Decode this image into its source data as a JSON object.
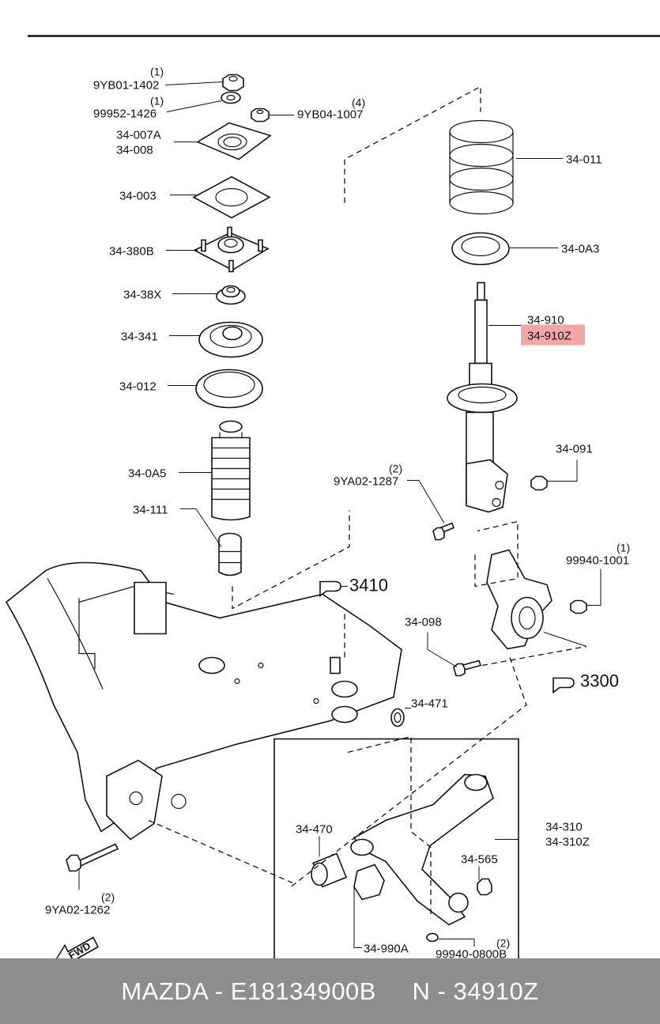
{
  "labels": {
    "p9yb01": "9YB01-1402",
    "q9yb01": "(1)",
    "p99952": "99952-1426",
    "q99952": "(1)",
    "p9yb04": "9YB04-1007",
    "q9yb04": "(4)",
    "p34007a": "34-007A",
    "p34008": "34-008",
    "p34003": "34-003",
    "p34380b": "34-380B",
    "p3438x": "34-38X",
    "p34341": "34-341",
    "p34012": "34-012",
    "p340a5": "34-0A5",
    "p34111": "34-111",
    "p34011": "34-011",
    "p340a3": "34-0A3",
    "p34910": "34-910",
    "p34910z": "34-910Z",
    "p34091": "34-091",
    "p9ya02a": "9YA02-1287",
    "q9ya02a": "(2)",
    "p99940a": "99940-1001",
    "q99940a": "(1)",
    "p34098": "34-098",
    "p34471": "34-471",
    "p34470": "34-470",
    "p34310": "34-310",
    "p34310z": "34-310Z",
    "p34565": "34-565",
    "p34990a": "34-990A",
    "p99940b": "99940-0800B",
    "q99940b": "(2)",
    "p9ya02b": "9YA02-1262",
    "q9ya02b": "(2)",
    "ref3410": "3410",
    "ref3300": "3300",
    "fwd": "FWD"
  },
  "highlight_color": "#f4a6a6",
  "footer": {
    "text": "MAZDA - E18134900B     N - 34910Z"
  }
}
